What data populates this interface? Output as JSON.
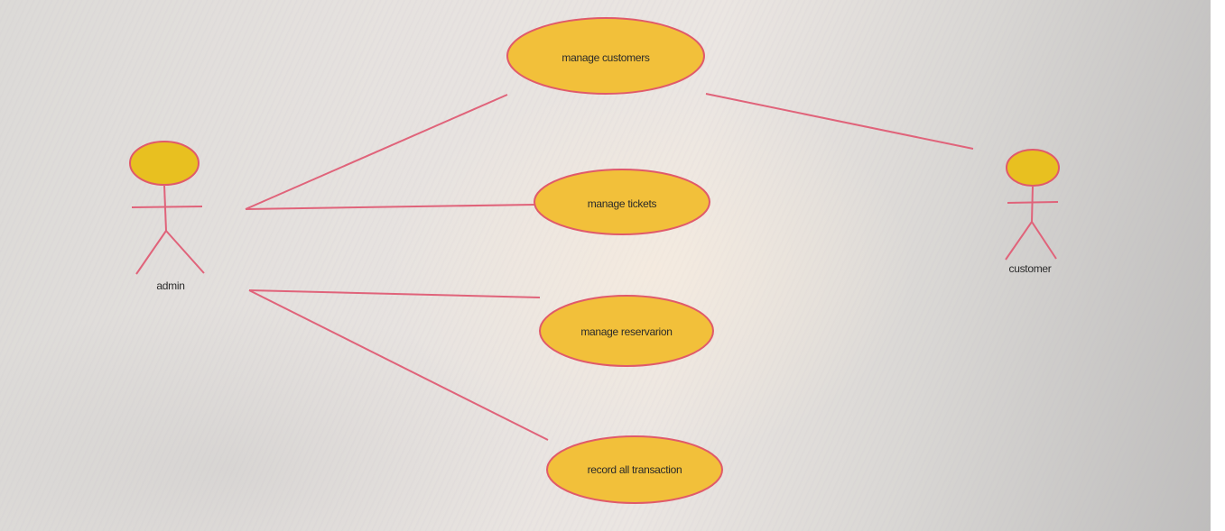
{
  "diagram": {
    "type": "use-case",
    "actors": [
      {
        "id": "admin",
        "label": "admin"
      },
      {
        "id": "customer",
        "label": "customer"
      }
    ],
    "use_cases": [
      {
        "id": "uc1",
        "label": "manage customers"
      },
      {
        "id": "uc2",
        "label": "manage tickets"
      },
      {
        "id": "uc3",
        "label": "manage reservarion"
      },
      {
        "id": "uc4",
        "label": "record all transaction"
      }
    ],
    "associations": [
      {
        "from": "admin",
        "to": "uc1"
      },
      {
        "from": "admin",
        "to": "uc2"
      },
      {
        "from": "admin",
        "to": "uc3"
      },
      {
        "from": "admin",
        "to": "uc4"
      },
      {
        "from": "customer",
        "to": "uc1"
      }
    ],
    "colors": {
      "use_case_fill": "#f2c03a",
      "outline": "#e05a6a",
      "actor_head_fill": "#e8c020"
    }
  }
}
